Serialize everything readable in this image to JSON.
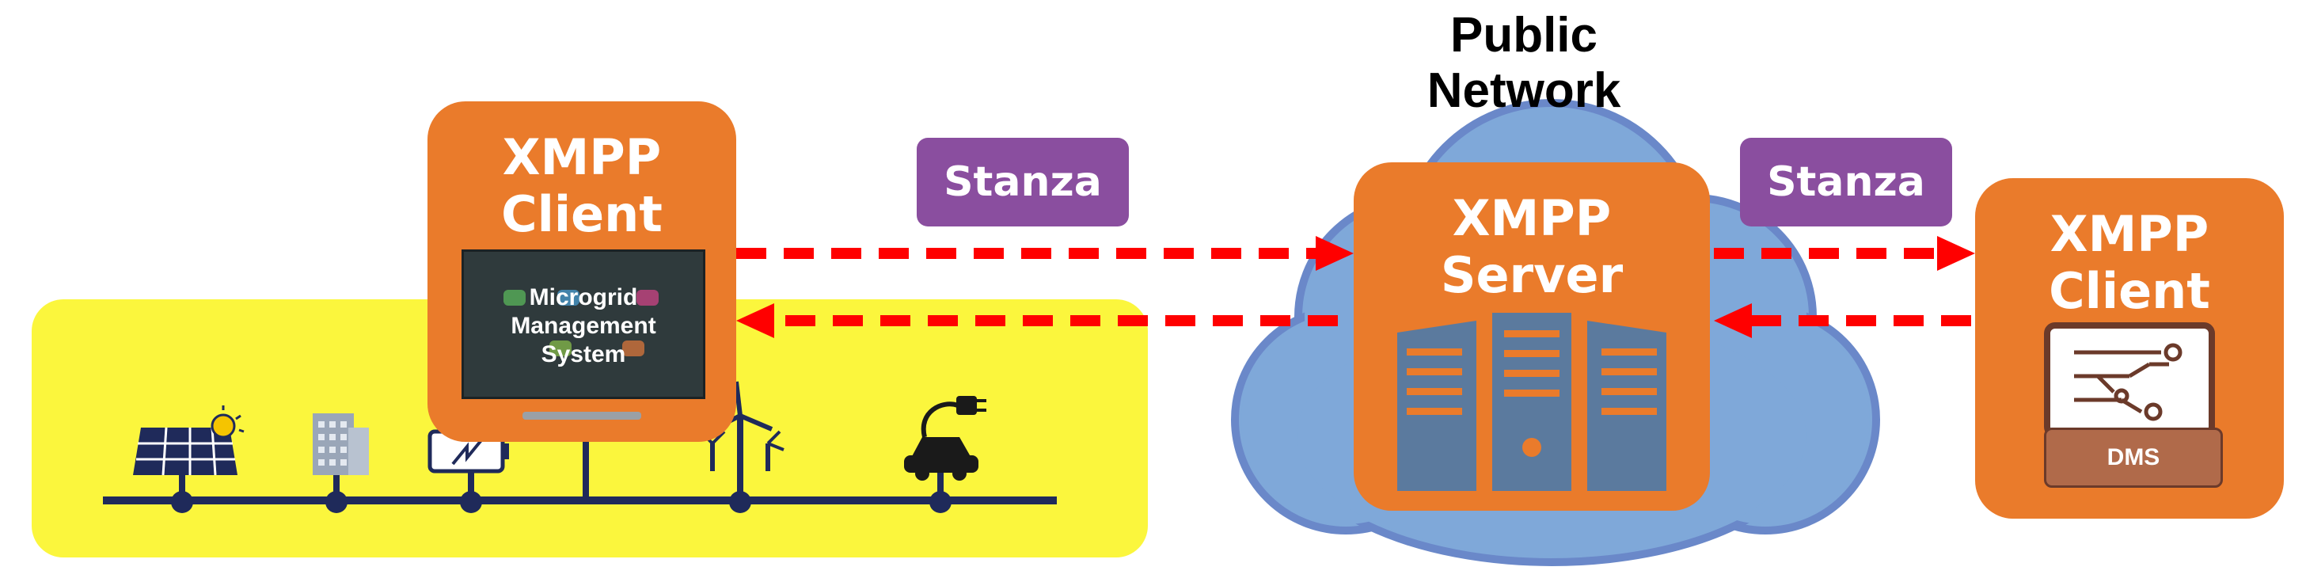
{
  "cloud": {
    "title_line1": "Public",
    "title_line2": "Network"
  },
  "left_client": {
    "title_line1": "XMPP",
    "title_line2": "Client",
    "screen_line1": "Microgrid",
    "screen_line2": "Management",
    "screen_line3": "System"
  },
  "server": {
    "title_line1": "XMPP",
    "title_line2": "Server"
  },
  "right_client": {
    "title_line1": "XMPP",
    "title_line2": "Client",
    "device_label": "DMS"
  },
  "stanza_left": "Stanza",
  "stanza_right": "Stanza",
  "colors": {
    "orange": "#ea7b2b",
    "purple": "#8a4e9f",
    "yellow": "#fbf63d",
    "cloud": "#7fa8d9",
    "arrow": "#ff0000",
    "bus": "#1f2a5a"
  },
  "icons": [
    "solar-panel-icon",
    "building-icon",
    "battery-icon",
    "wind-turbine-icon",
    "ev-charging-icon",
    "server-rack-icon",
    "circuit-monitor-icon"
  ]
}
